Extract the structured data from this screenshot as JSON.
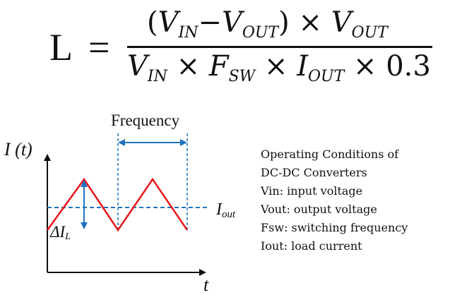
{
  "formula": {
    "lhs": "L",
    "equals": "=",
    "numerator": {
      "open": "(",
      "vin": "V",
      "vin_sub": "IN",
      "minus": "−",
      "vout": "V",
      "vout_sub": "OUT",
      "close": ")",
      "times": "×",
      "vout2": "V",
      "vout2_sub": "OUT"
    },
    "denominator": {
      "vin": "V",
      "vin_sub": "IN",
      "times1": "×",
      "fsw": "F",
      "fsw_sub": "SW",
      "times2": "×",
      "iout": "I",
      "iout_sub": "OUT",
      "times3": "×",
      "factor": "0.3"
    }
  },
  "graph": {
    "y_axis_label": "I (t)",
    "x_axis_label": "t",
    "frequency_label": "Frequency",
    "iout_label_main": "I",
    "iout_label_sub": "out",
    "ripple_label_main": "ΔI",
    "ripple_label_sub": "L",
    "colors": {
      "waveform": "#e8171b",
      "guides": "#1e73be",
      "axes": "#111111"
    }
  },
  "conditions": {
    "title_line1": "Operating Conditions of",
    "title_line2": "DC-DC Converters",
    "items": [
      "Vin: input voltage",
      "Vout: output voltage",
      "Fsw: switching frequency",
      "Iout: load current"
    ]
  }
}
